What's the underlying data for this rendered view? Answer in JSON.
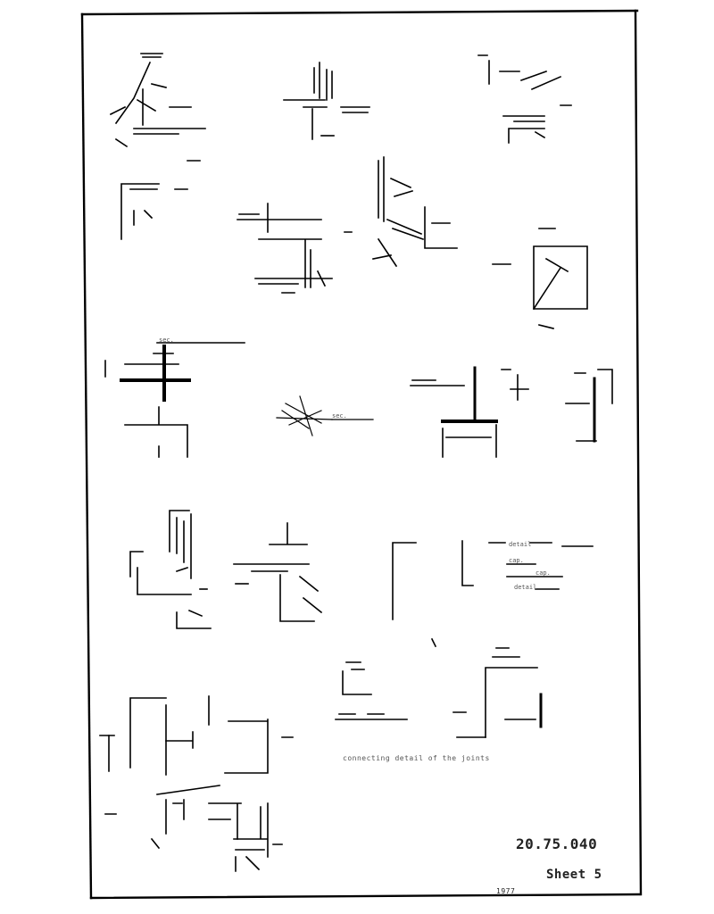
{
  "sheet": {
    "drawing_number": "20.75.040",
    "sheet_label": "Sheet 5",
    "footer_code": "1977",
    "bottom_note": "connecting detail of the joints",
    "notes": [
      "sec.",
      "sec.",
      "detail",
      "cap.",
      "cap.",
      "detail"
    ]
  },
  "colors": {
    "ink": "#000000",
    "paper": "#ffffff"
  }
}
